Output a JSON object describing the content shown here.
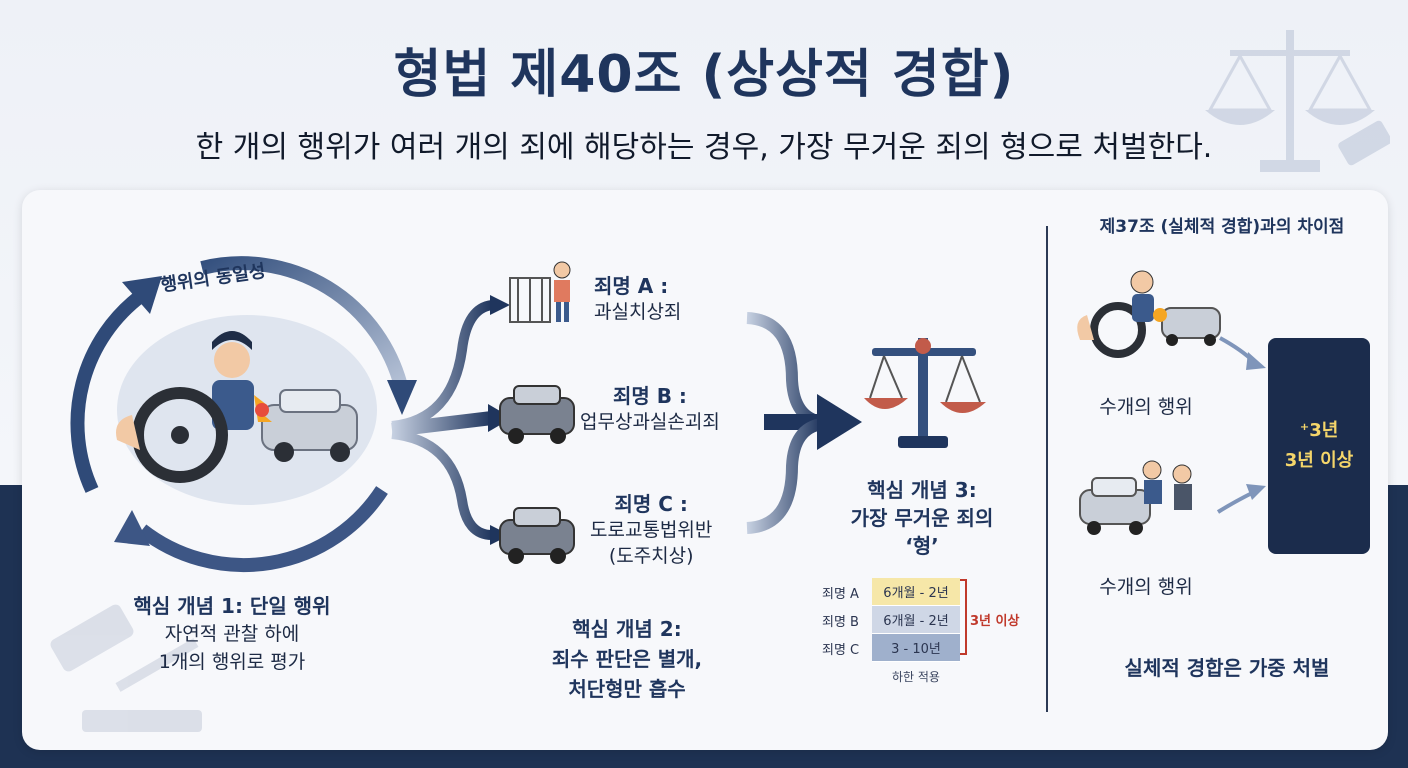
{
  "header": {
    "title": "형법 제40조 (상상적 경합)",
    "subtitle": "한 개의 행위가 여러 개의 죄에 해당하는 경우, 가장 무거운 죄의 형으로 처벌한다."
  },
  "concept1": {
    "cycle_label": "행위의 동일성",
    "title": "핵심 개념 1: 단일 행위",
    "desc_line1": "자연적 관찰 하에",
    "desc_line2": "1개의 행위로 평가"
  },
  "crimes": [
    {
      "name": "죄명 A :",
      "desc": "과실치상죄"
    },
    {
      "name": "죄명 B :",
      "desc": "업무상과실손괴죄"
    },
    {
      "name": "죄명 C :",
      "desc": "도로교통법위반",
      "desc2": "(도주치상)"
    }
  ],
  "concept2": {
    "line1": "핵심 개념 2:",
    "line2": "죄수 판단은 별개,",
    "line3": "처단형만 흡수"
  },
  "concept3": {
    "line1": "핵심 개념 3:",
    "line2": "가장 무거운 죄의",
    "line3": "‘형’"
  },
  "sentence_table": {
    "rows": [
      {
        "label": "죄명 A",
        "range": "6개월 - 2년",
        "color": "#f6e7a8"
      },
      {
        "label": "죄명 B",
        "range": "6개월 - 2년",
        "color": "#cfd7e6"
      },
      {
        "label": "죄명 C",
        "range": "3 - 10년",
        "color": "#9fb0cc"
      }
    ],
    "bracket_label": "3년 이상",
    "footer": "하한 적용"
  },
  "comparison": {
    "title": "제37조 (실체적 경합)과의 차이점",
    "act1": "수개의 행위",
    "act2": "수개의 행위",
    "result_line1": "⁺3년",
    "result_line2": "3년 이상",
    "footer": "실체적 경합은 가중 처벌"
  },
  "colors": {
    "navy": "#1f355d",
    "accent_red": "#c0392b",
    "result_gold": "#f5d66a"
  }
}
